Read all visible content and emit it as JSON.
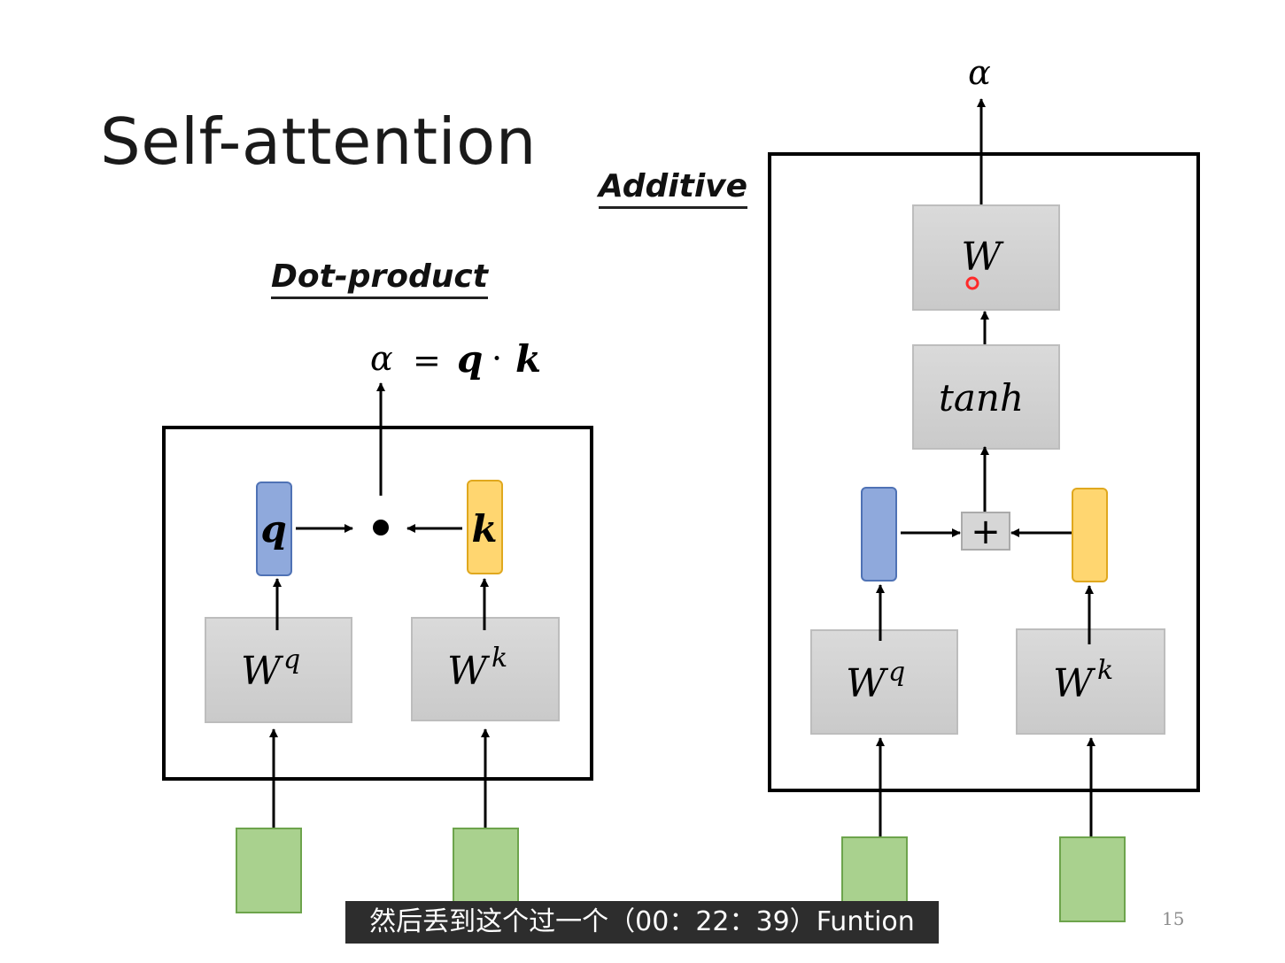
{
  "slide": {
    "title": "Self-attention",
    "page_number": "15"
  },
  "dot_product": {
    "heading": "Dot-product",
    "formula_lhs": "α",
    "formula_eq": "=",
    "formula_q": "q",
    "formula_dot": "·",
    "formula_k": "k",
    "q_label": "q",
    "k_label": "k",
    "wq_base": "W",
    "wq_sup": "q",
    "wk_base": "W",
    "wk_sup": "k"
  },
  "additive": {
    "heading": "Additive",
    "output_label": "α",
    "w_label": "W",
    "tanh_label": "tanh",
    "plus_label": "+",
    "wq_base": "W",
    "wq_sup": "q",
    "wk_base": "W",
    "wk_sup": "k"
  },
  "subtitle": {
    "text": "然后丢到这个过一个（00：22：39）Funtion"
  },
  "colors": {
    "query_fill": "#8fa9dc",
    "key_fill": "#ffd670",
    "weight_fill": "#d3d3d3",
    "input_fill": "#a9d18e",
    "cursor_marker": "#ff2a2a"
  }
}
